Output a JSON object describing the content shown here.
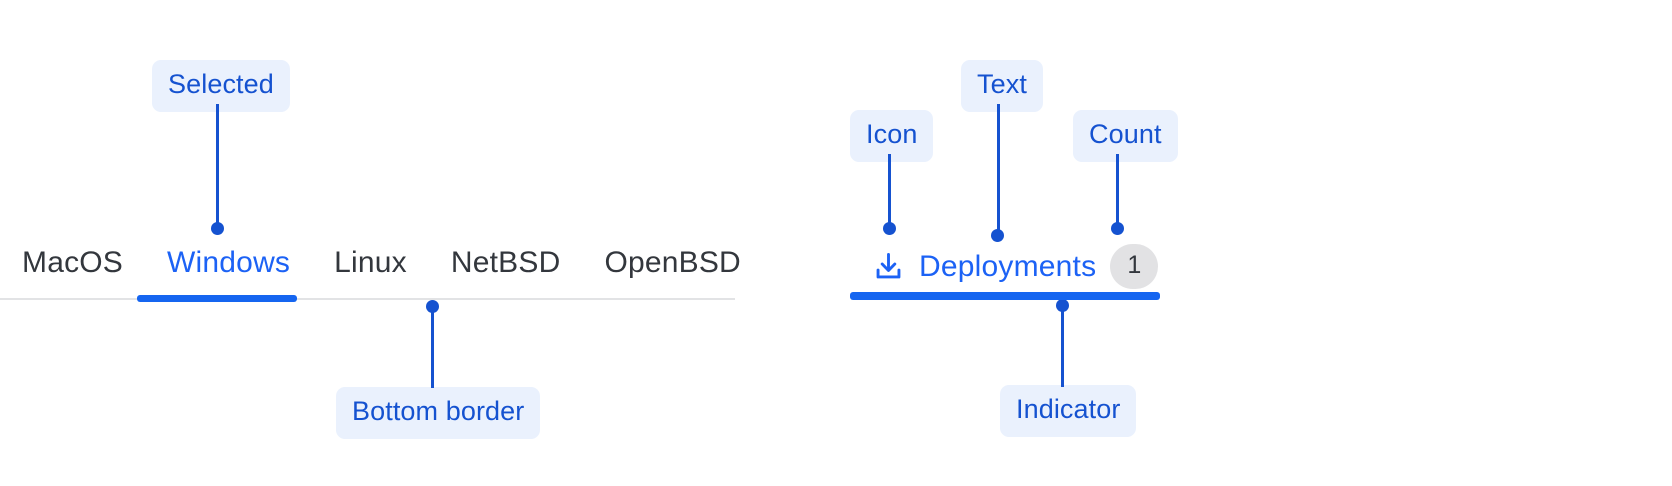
{
  "colors": {
    "accent": "#1c62f5",
    "indicator": "#1565f0",
    "annotation": "#1552d0",
    "annotation_bg": "#eaf1fd",
    "tab_text": "#33373d",
    "divider": "#e2e3e5",
    "badge_bg": "#e2e2e4"
  },
  "left_example": {
    "tabs": [
      {
        "label": "MacOS",
        "selected": false
      },
      {
        "label": "Windows",
        "selected": true
      },
      {
        "label": "Linux",
        "selected": false
      },
      {
        "label": "NetBSD",
        "selected": false
      },
      {
        "label": "OpenBSD",
        "selected": false
      }
    ],
    "annotations": [
      {
        "label": "Selected"
      },
      {
        "label": "Bottom border"
      }
    ]
  },
  "right_example": {
    "tab": {
      "icon": "download-icon",
      "label": "Deployments",
      "count": "1",
      "selected": true
    },
    "annotations": [
      {
        "label": "Icon"
      },
      {
        "label": "Text"
      },
      {
        "label": "Count"
      },
      {
        "label": "Indicator"
      }
    ]
  }
}
